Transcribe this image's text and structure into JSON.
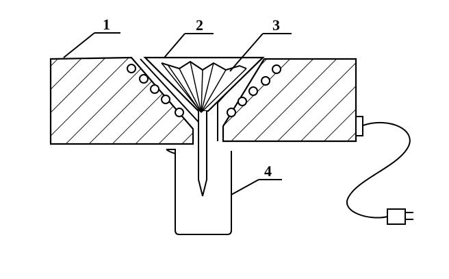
{
  "labels": {
    "part_1": "1",
    "part_2": "2",
    "part_3": "3",
    "part_4": "4"
  }
}
